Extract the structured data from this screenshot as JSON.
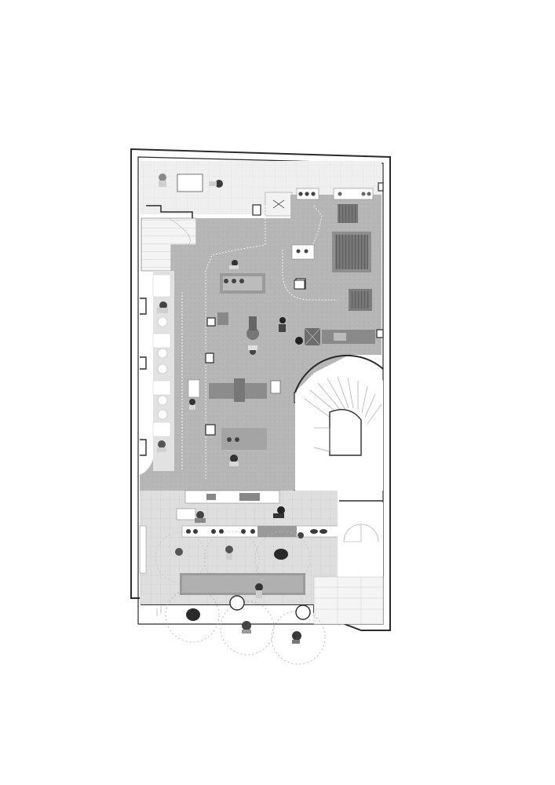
{
  "drawing": {
    "type": "architectural floor plan",
    "style": "monochrome collage plan",
    "colors": {
      "wall": "#2b2b2b",
      "floor_dark": "#b4b4b4",
      "floor_light": "#dcdcdc",
      "terrace": "#ececec",
      "tile_line": "#c8c8c8",
      "furniture": "#6d6d6d",
      "white": "#ffffff",
      "path": "#f2f2f2"
    },
    "elements": [
      "top-terrace",
      "main-hall",
      "staircase-top-left",
      "spiral-staircase",
      "front-counter-zone",
      "street-seating-circles",
      "kitchen-equipment",
      "tables",
      "people-figures",
      "circulation-path"
    ]
  }
}
